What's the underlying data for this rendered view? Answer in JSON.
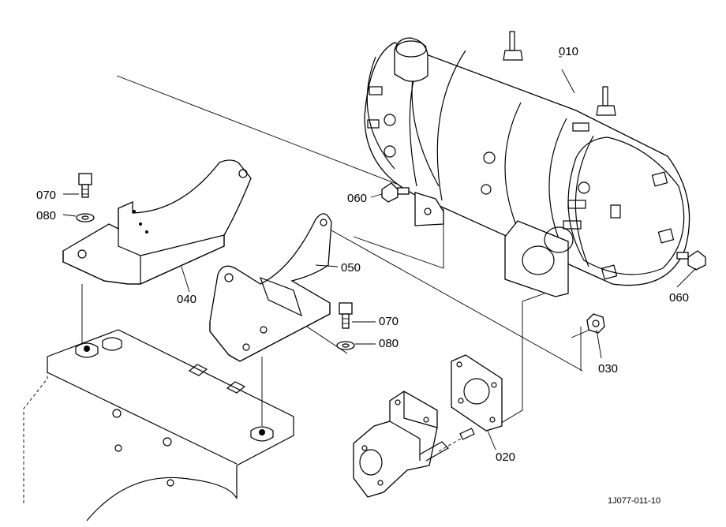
{
  "parts": {
    "p010": "010",
    "p020": "020",
    "p030": "030",
    "p040": "040",
    "p050": "050",
    "p060a": "060",
    "p060b": "060",
    "p070a": "070",
    "p070b": "070",
    "p080a": "080",
    "p080b": "080"
  },
  "drawing_number": "1J077-011-10"
}
